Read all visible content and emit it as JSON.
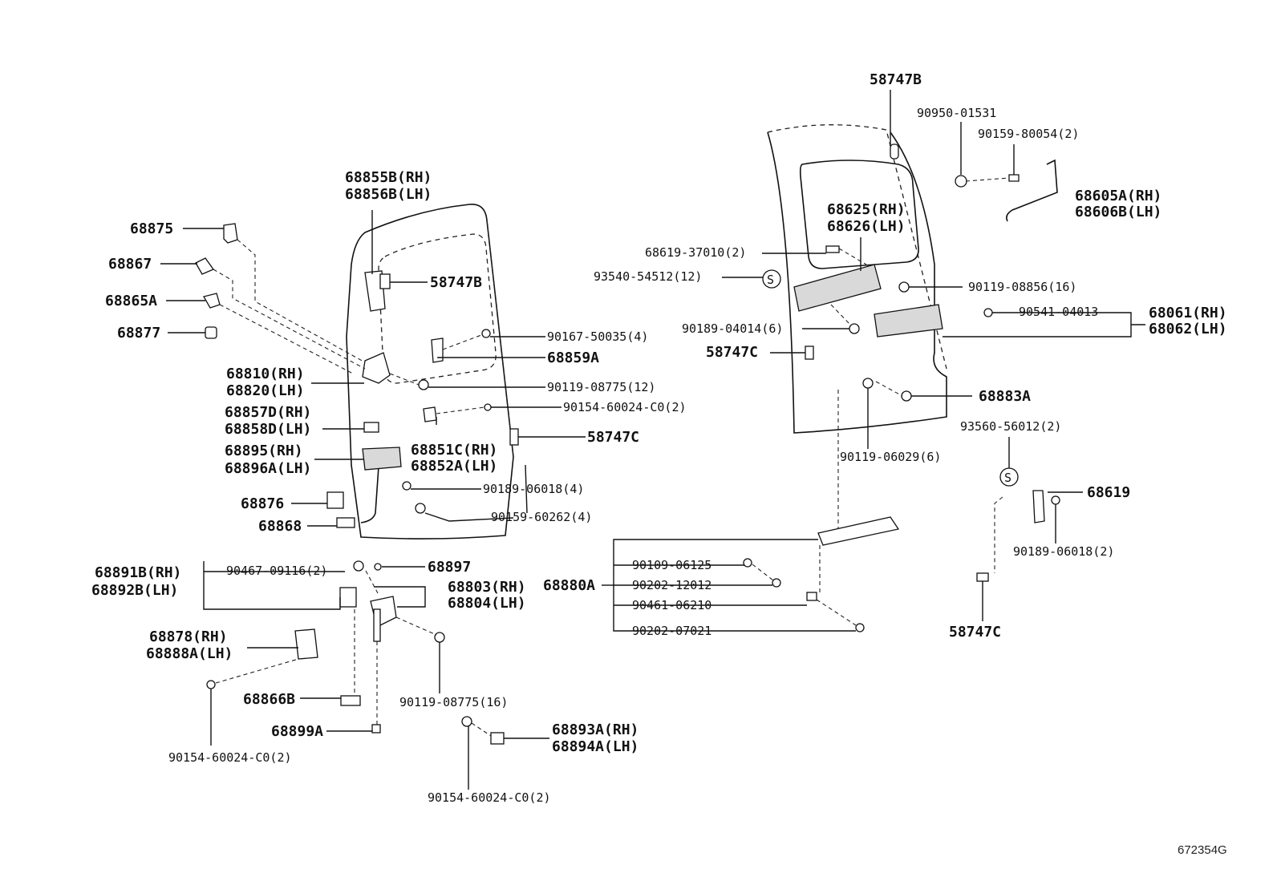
{
  "figure_id": "672354G",
  "labels": {
    "l58747b_top": "58747B",
    "l90950": "90950-01531",
    "l90159_80054": "90159-80054(2)",
    "l68605a": "68605A(RH)",
    "l68606b": "68606B(LH)",
    "l68625": "68625(RH)",
    "l68626": "68626(LH)",
    "l68619_37010": "68619-37010(2)",
    "l93540": "93540-54512(12)",
    "l90119_08856": "90119-08856(16)",
    "l90541": "90541-04013",
    "l68061": "68061(RH)",
    "l68062": "68062(LH)",
    "l90189_04014": "90189-04014(6)",
    "l58747c_mid": "58747C",
    "l68883a": "68883A",
    "l90119_06029": "90119-06029(6)",
    "l93560": "93560-56012(2)",
    "l68619": "68619",
    "l90189_06018_2": "90189-06018(2)",
    "l58747c_right": "58747C",
    "l68880a": "68880A",
    "l90109": "90109-06125",
    "l90202_12012": "90202-12012",
    "l90461": "90461-06210",
    "l90202_07021": "90202-07021",
    "l68855b": "68855B(RH)",
    "l68856b": "68856B(LH)",
    "l68875": "68875",
    "l68867": "68867",
    "l68865a": "68865A",
    "l68877": "68877",
    "l58747b_left": "58747B",
    "l90167": "90167-50035(4)",
    "l68859a": "68859A",
    "l68810": "68810(RH)",
    "l68820": "68820(LH)",
    "l90119_08775_12": "90119-08775(12)",
    "l68857d": "68857D(RH)",
    "l68858d": "68858D(LH)",
    "l90154_a": "90154-60024-C0(2)",
    "l68851c": "68851C(RH)",
    "l68852a": "68852A(LH)",
    "l58747c_left": "58747C",
    "l68895": "68895(RH)",
    "l68896a": "68896A(LH)",
    "l90189_06018_4": "90189-06018(4)",
    "l68876": "68876",
    "l90159_60262": "90159-60262(4)",
    "l68868": "68868",
    "l68891b": "68891B(RH)",
    "l68892b": "68892B(LH)",
    "l90467": "90467-09116(2)",
    "l68897": "68897",
    "l68803": "68803(RH)",
    "l68804": "68804(LH)",
    "l68878": "68878(RH)",
    "l68888a": "68888A(LH)",
    "l90119_08775_16": "90119-08775(16)",
    "l68866b": "68866B",
    "l68899a": "68899A",
    "l90154_b": "90154-60024-C0(2)",
    "l68893a": "68893A(RH)",
    "l68894a": "68894A(LH)",
    "l90154_c": "90154-60024-C0(2)",
    "s_mark_1": "S",
    "s_mark_2": "S"
  }
}
